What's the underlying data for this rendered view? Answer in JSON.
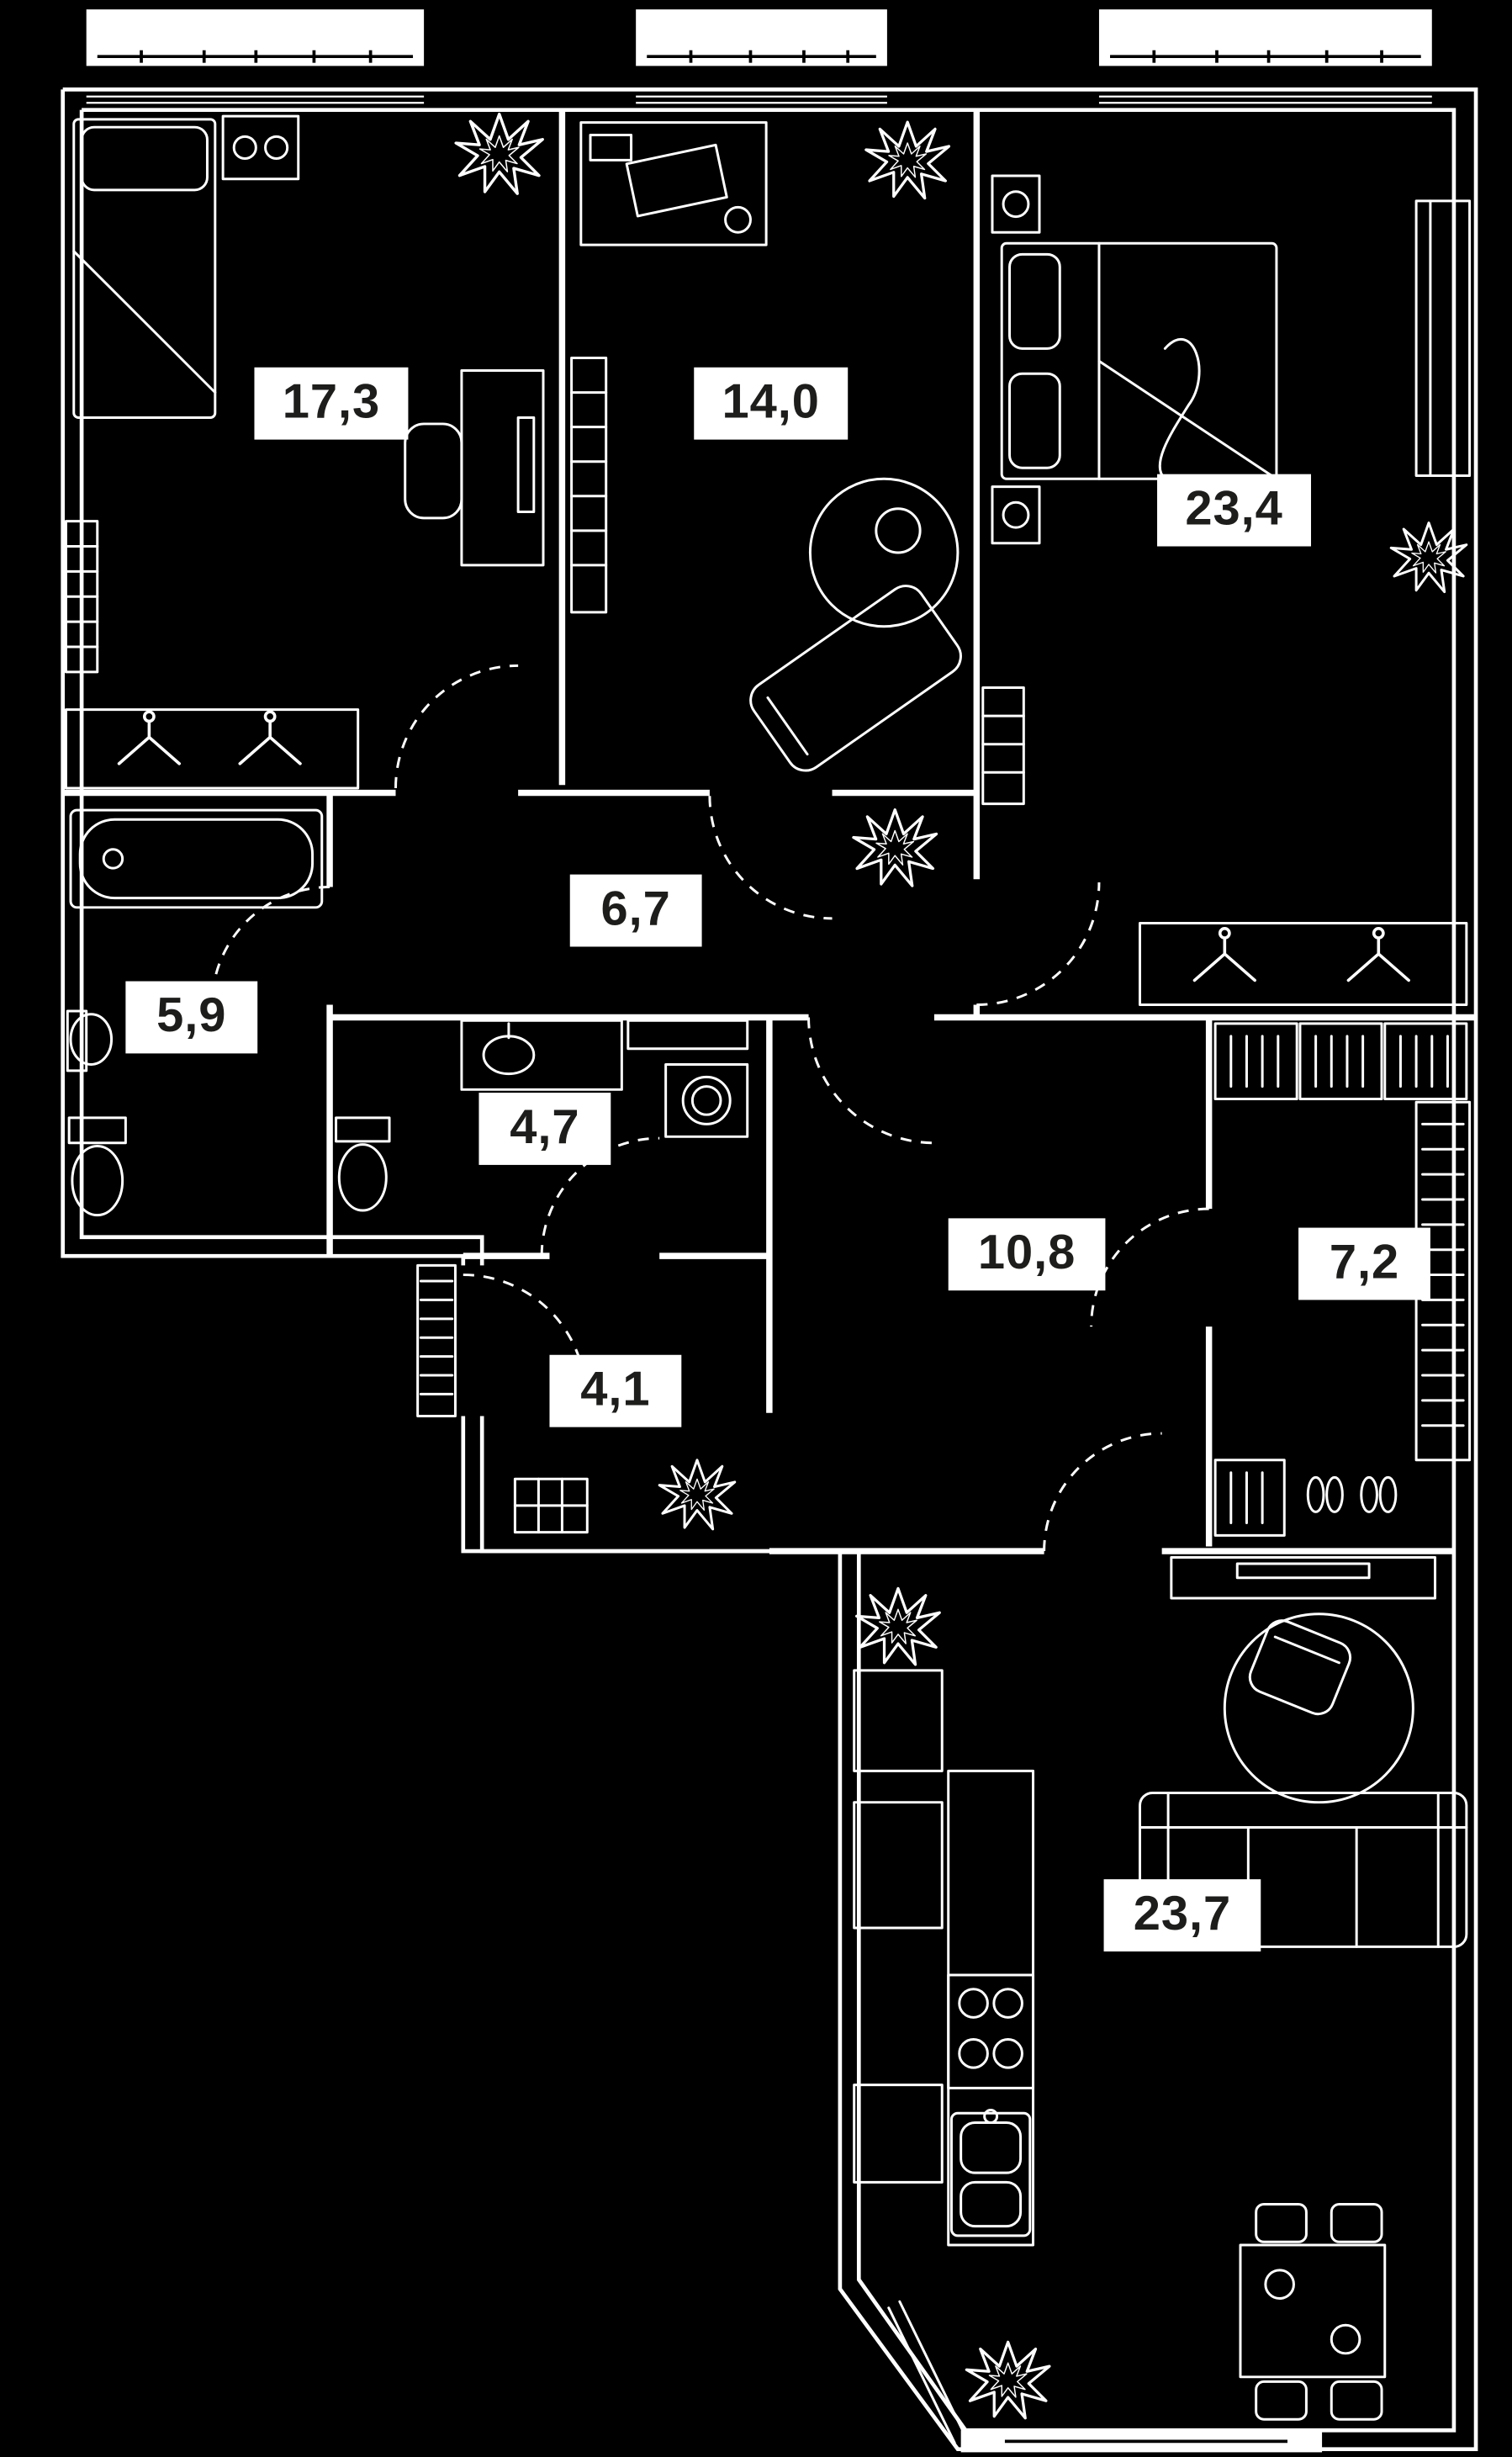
{
  "plan": {
    "type": "apartment-floor-plan",
    "colors": {
      "background": "#000000",
      "lines": "#ffffff",
      "label_bg": "#ffffff",
      "label_text": "#1d1d1b"
    }
  },
  "rooms": [
    {
      "id": "room-a",
      "area": "17,3"
    },
    {
      "id": "room-b",
      "area": "14,0"
    },
    {
      "id": "room-c",
      "area": "23,4"
    },
    {
      "id": "hallway",
      "area": "6,7"
    },
    {
      "id": "bathroom",
      "area": "5,9"
    },
    {
      "id": "wc",
      "area": "4,7"
    },
    {
      "id": "corridor",
      "area": "10,8"
    },
    {
      "id": "wardrobe",
      "area": "7,2"
    },
    {
      "id": "entry-hall",
      "area": "4,1"
    },
    {
      "id": "kitchen-living",
      "area": "23,7"
    }
  ]
}
